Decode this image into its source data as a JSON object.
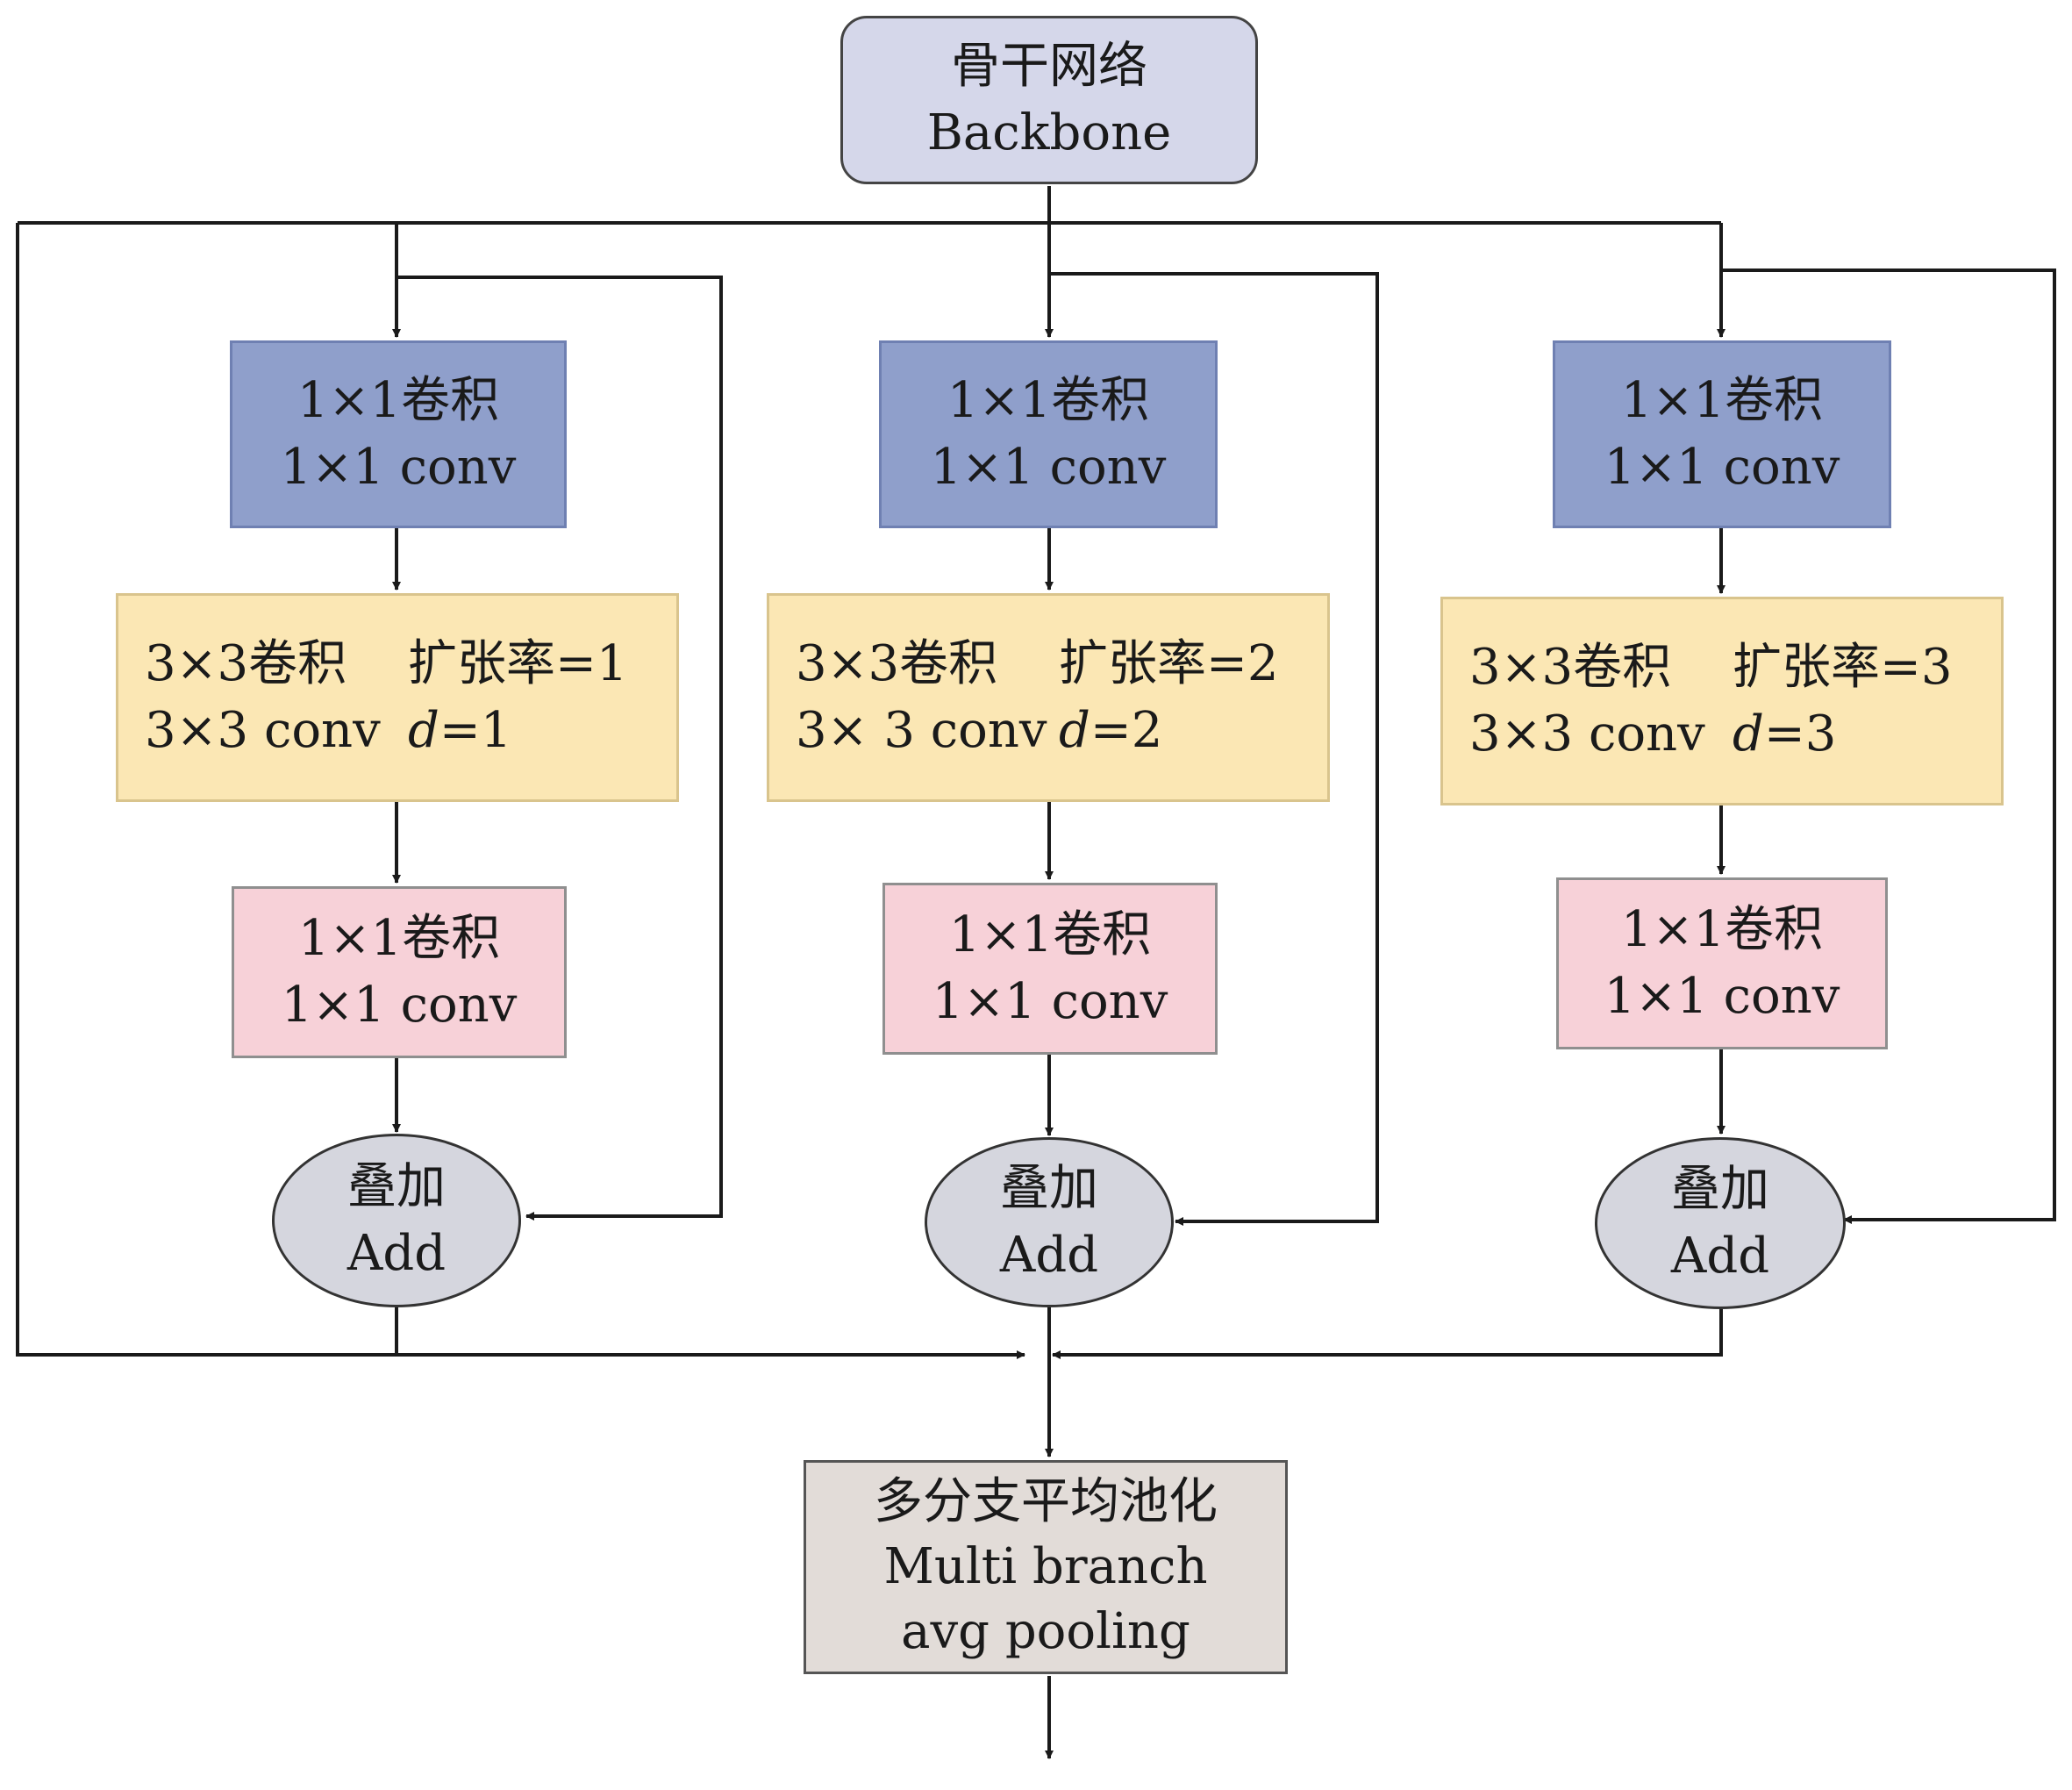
{
  "backbone": {
    "zh": "骨干网络",
    "en": "Backbone"
  },
  "branches": [
    {
      "conv1": {
        "zh": "1×1卷积",
        "en": "1×1 conv"
      },
      "dilated": {
        "zh": "3×3卷积",
        "en": "3×3 conv",
        "rate_zh": "扩张率=1",
        "d_var": "d",
        "d_rest": "=1"
      },
      "proj": {
        "zh": "1×1卷积",
        "en": "1×1 conv"
      },
      "add": {
        "zh": "叠加",
        "en": "Add"
      }
    },
    {
      "conv1": {
        "zh": "1×1卷积",
        "en": "1×1 conv"
      },
      "dilated": {
        "zh": "3×3卷积",
        "en": "3× 3 conv",
        "rate_zh": "扩张率=2",
        "d_var": "d",
        "d_rest": "=2"
      },
      "proj": {
        "zh": "1×1卷积",
        "en": "1×1 conv"
      },
      "add": {
        "zh": "叠加",
        "en": "Add"
      }
    },
    {
      "conv1": {
        "zh": "1×1卷积",
        "en": "1×1 conv"
      },
      "dilated": {
        "zh": "3×3卷积",
        "en": "3×3 conv",
        "rate_zh": "扩张率=3",
        "d_var": "d",
        "d_rest": "=3"
      },
      "proj": {
        "zh": "1×1卷积",
        "en": "1×1 conv"
      },
      "add": {
        "zh": "叠加",
        "en": "Add"
      }
    }
  ],
  "pooling": {
    "zh": "多分支平均池化",
    "en1": "Multi branch",
    "en2": "avg pooling"
  },
  "colors": {
    "conv1": "#8f9fcb",
    "dilated": "#fbe7b4",
    "proj": "#f7d1d8",
    "add": "#d5d6de",
    "backbone": "#d5d7ea",
    "pooling": "#e2dcd8",
    "line": "#1a1a1a"
  }
}
